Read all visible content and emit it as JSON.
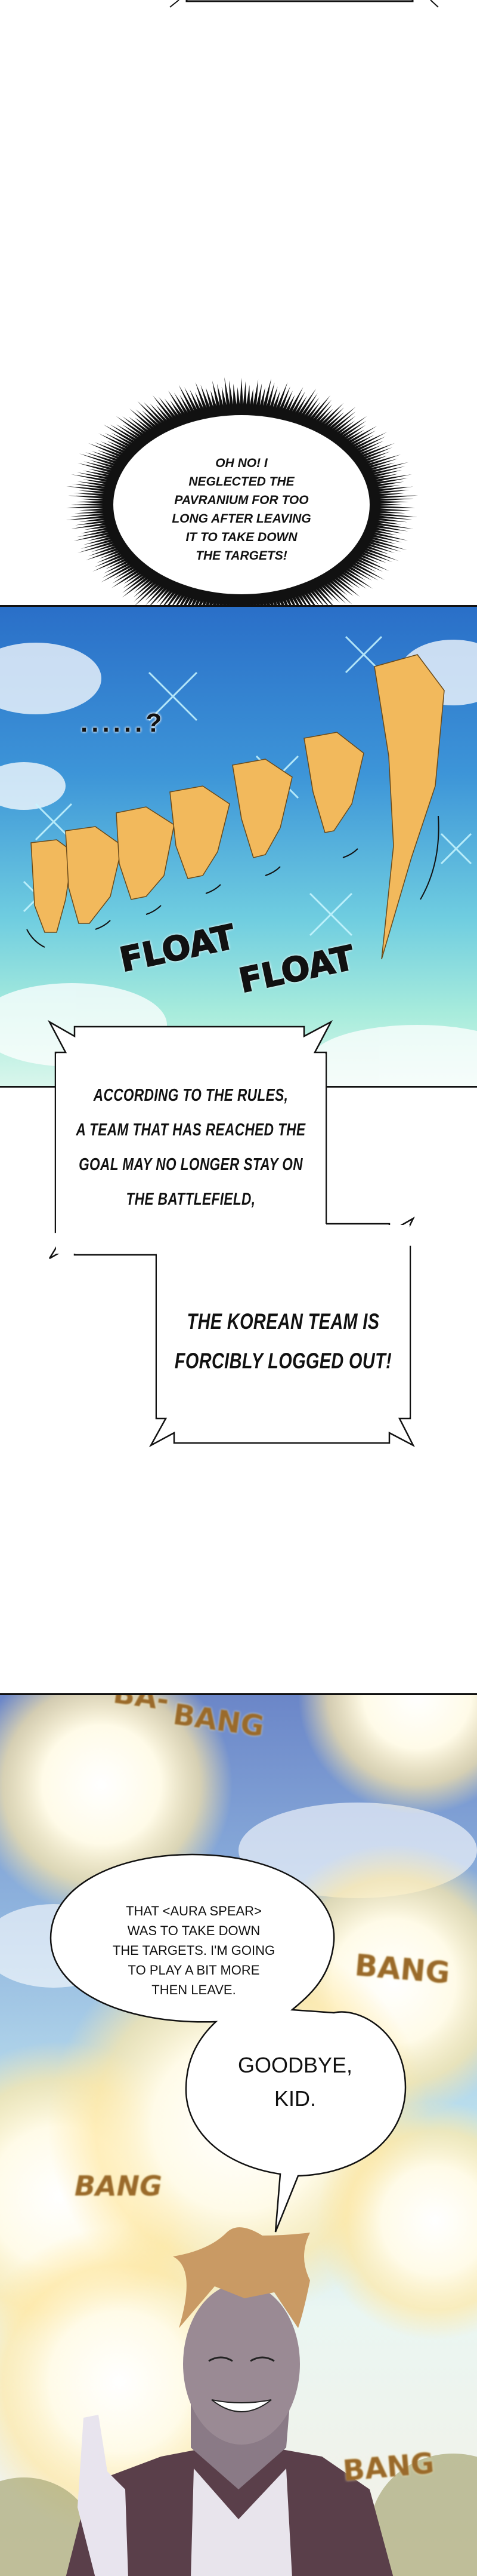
{
  "panel_top": {
    "shout_bubble": {
      "lines": [
        "OH NO! I",
        "NEGLECTED THE",
        "PAVRANIUM FOR TOO",
        "LONG AFTER LEAVING",
        "IT TO TAKE DOWN",
        "THE TARGETS!"
      ]
    }
  },
  "panel_float": {
    "thought": "......?",
    "sfx": [
      "FLOAT",
      "FLOAT"
    ],
    "colors": {
      "sky_top": "#2f7fd0",
      "sky_bottom": "#8fe6d8",
      "shard": "#f2b95c"
    }
  },
  "narration": {
    "box1_lines": [
      "ACCORDING TO THE RULES,",
      "A TEAM THAT HAS REACHED THE",
      "GOAL MAY NO LONGER STAY ON",
      "THE BATTLEFIELD,"
    ],
    "box2_lines": [
      "THE KOREAN TEAM IS",
      "FORCIBLY LOGGED OUT!"
    ]
  },
  "panel_bang": {
    "sfx": [
      "BA-",
      "BANG",
      "BANG",
      "BANG",
      "BANG"
    ],
    "bubble1_lines": [
      "THAT <AURA SPEAR>",
      "WAS TO TAKE DOWN",
      "THE TARGETS. I'M GOING",
      "TO PLAY A BIT MORE",
      "THEN LEAVE."
    ],
    "bubble2_lines": [
      "GOODBYE,",
      "KID."
    ]
  }
}
